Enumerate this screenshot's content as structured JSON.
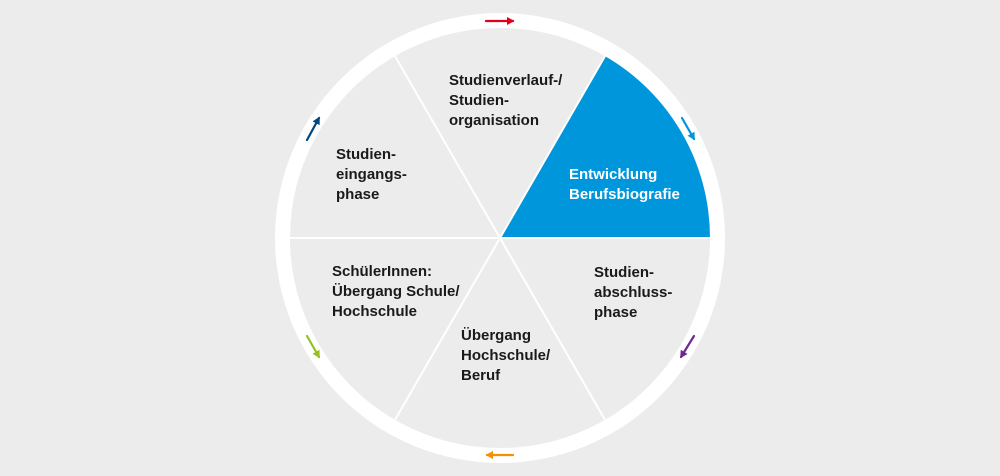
{
  "cycle": {
    "active_color": "#0096dc",
    "segment_color": "#ececec",
    "ring_color": "#ffffff",
    "segments": [
      {
        "id": "entwicklung-berufsbiografie",
        "lines": [
          "Entwicklung",
          "Berufsbiografie"
        ],
        "active": true
      },
      {
        "id": "studienabschlussphase",
        "lines": [
          "Studien-",
          "abschluss-",
          "phase"
        ],
        "active": false
      },
      {
        "id": "uebergang-hochschule-beruf",
        "lines": [
          "Übergang",
          "Hochschule/",
          "Beruf"
        ],
        "active": false
      },
      {
        "id": "schuelerinnen-uebergang",
        "lines": [
          "SchülerInnen:",
          "Übergang Schule/",
          "Hochschule"
        ],
        "active": false
      },
      {
        "id": "studieneingangsphase",
        "lines": [
          "Studien-",
          "eingangs-",
          "phase"
        ],
        "active": false
      },
      {
        "id": "studienverlauf-organisation",
        "lines": [
          "Studienverlauf-/",
          "Studien-",
          "organisation"
        ],
        "active": false
      }
    ],
    "arrows": [
      {
        "name": "top",
        "color": "#e2001a"
      },
      {
        "name": "upper-right",
        "color": "#0096dc"
      },
      {
        "name": "lower-right",
        "color": "#6a2c91"
      },
      {
        "name": "bottom",
        "color": "#f39200"
      },
      {
        "name": "lower-left",
        "color": "#95c11f"
      },
      {
        "name": "upper-left",
        "color": "#00467f"
      }
    ]
  }
}
